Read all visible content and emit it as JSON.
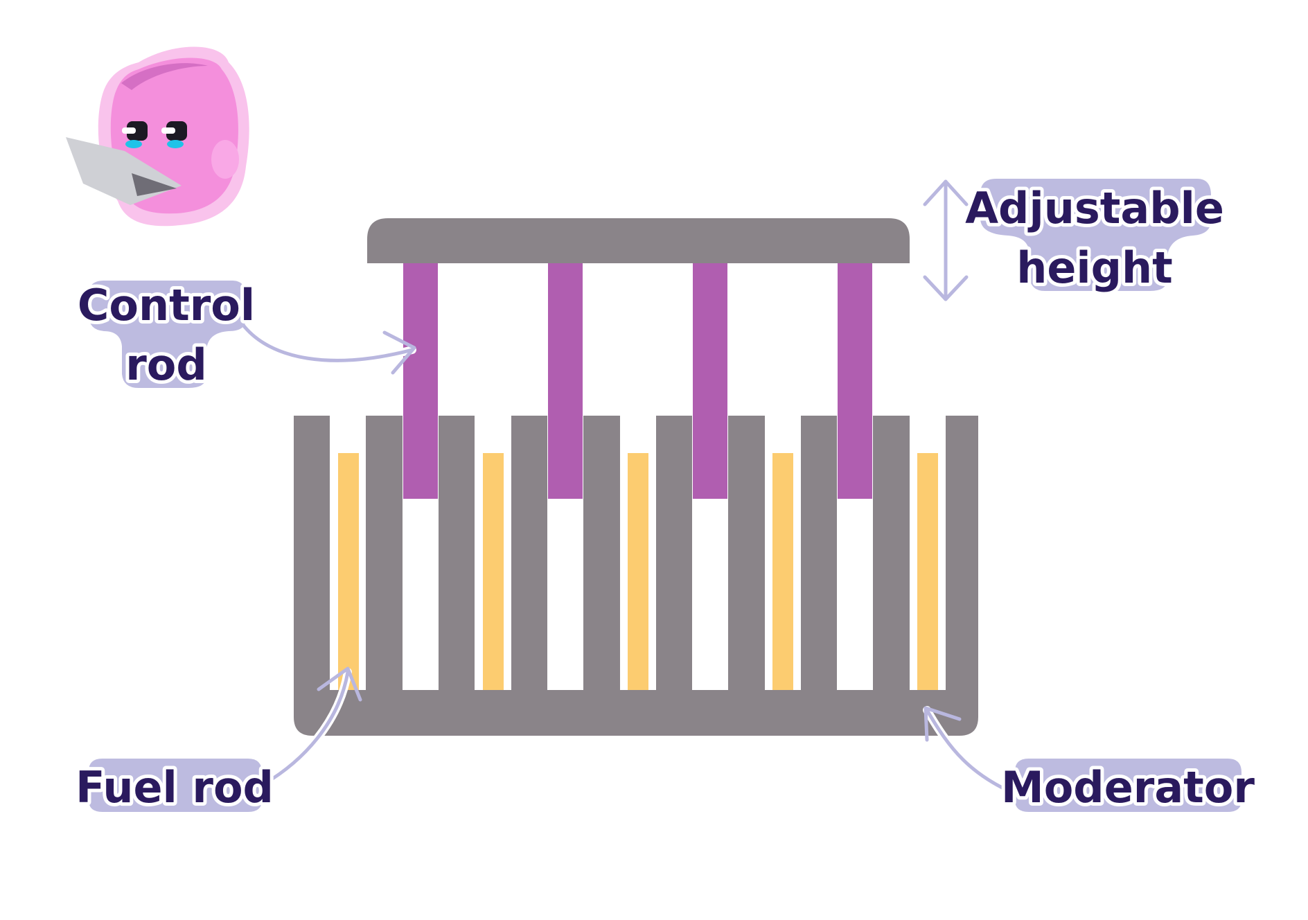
{
  "labels": {
    "control_rod": [
      "Control",
      "rod"
    ],
    "adjustable_height": [
      "Adjustable",
      "height"
    ],
    "fuel_rod": "Fuel rod",
    "moderator": "Moderator"
  },
  "colors": {
    "moderator": "#8a8489",
    "control_rod": "#b05eb0",
    "fuel_rod": "#fccc70",
    "label_blob": "#bdbbe0",
    "label_text": "#2a1a5e",
    "arrow": "#b9b7df",
    "mascot_body": "#f48fdc",
    "mascot_glow": "#f9c3ec",
    "laptop": "#cfd0d5"
  },
  "icons": {
    "mascot": "mascot-with-laptop-icon",
    "double_arrow": "vertical-double-arrow-icon"
  }
}
